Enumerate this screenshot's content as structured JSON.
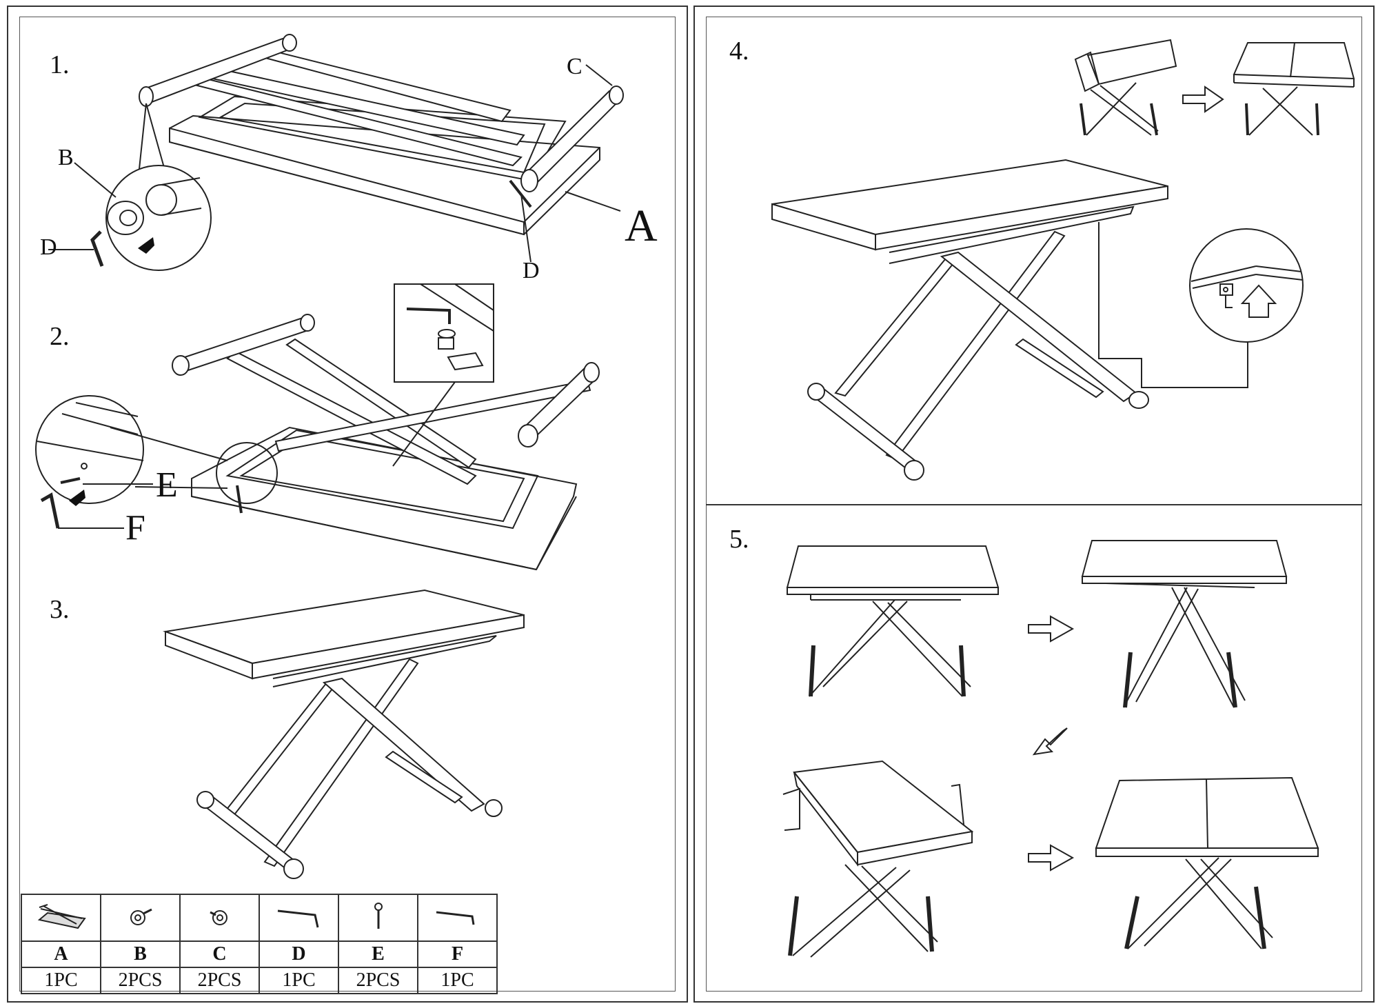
{
  "steps": {
    "s1": "1.",
    "s2": "2.",
    "s3": "3.",
    "s4": "4.",
    "s5": "5."
  },
  "callouts": {
    "step1": {
      "a": "A",
      "b": "B",
      "c": "C",
      "d_left": "D",
      "d_right": "D"
    },
    "step2": {
      "e": "E",
      "f": "F"
    }
  },
  "parts": [
    {
      "letter": "A",
      "qty": "1PC",
      "icon": "table-frame-icon"
    },
    {
      "letter": "B",
      "qty": "2PCS",
      "icon": "end-cap-bolt-icon"
    },
    {
      "letter": "C",
      "qty": "2PCS",
      "icon": "end-cap-bolt-icon"
    },
    {
      "letter": "D",
      "qty": "1PC",
      "icon": "hex-key-icon"
    },
    {
      "letter": "E",
      "qty": "2PCS",
      "icon": "screw-icon"
    },
    {
      "letter": "F",
      "qty": "1PC",
      "icon": "hex-key-icon"
    }
  ]
}
